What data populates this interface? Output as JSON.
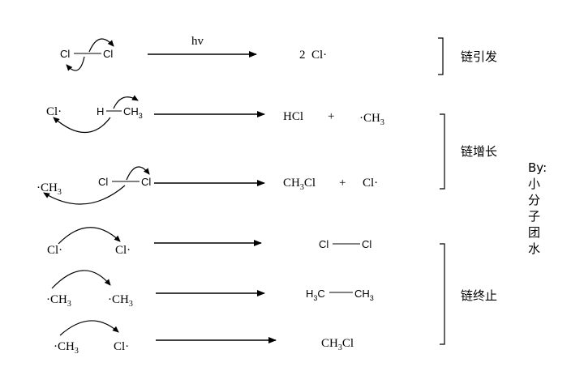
{
  "initiation": {
    "reactant_atom_1": "Cl",
    "reactant_atom_2": "Cl",
    "condition": "hv",
    "product": "2  Cl·",
    "stage_label": "链引发"
  },
  "propagation": {
    "step1": {
      "radical": "Cl·",
      "h_atom": "H",
      "methyl_C": "CH",
      "methyl_sub": "3",
      "product_1": "HCl",
      "plus": "+",
      "product_2_C": "·CH",
      "product_2_sub": "3"
    },
    "step2": {
      "radical_C": "·CH",
      "radical_sub": "3",
      "cl_1": "Cl",
      "cl_2": "Cl",
      "product_1_a": "CH",
      "product_1_sub": "3",
      "product_1_b": "Cl",
      "plus": "+",
      "product_2": "Cl·"
    },
    "stage_label": "链增长"
  },
  "termination": {
    "step1": {
      "left": "Cl·",
      "right": "Cl·",
      "product_1": "Cl",
      "product_2": "Cl"
    },
    "step2": {
      "left_C": "·CH",
      "left_sub": "3",
      "right_C": "·CH",
      "right_sub": "3",
      "product_1": "H",
      "product_1_sub": "3",
      "product_1_b": "C",
      "product_2": "CH",
      "product_2_sub": "3"
    },
    "step3": {
      "left_C": "·CH",
      "left_sub": "3",
      "right": "Cl·",
      "product_a": "CH",
      "product_sub": "3",
      "product_b": "Cl"
    },
    "stage_label": "链终止"
  },
  "credit": [
    "By:",
    "小",
    "分",
    "子",
    "团",
    "水"
  ]
}
